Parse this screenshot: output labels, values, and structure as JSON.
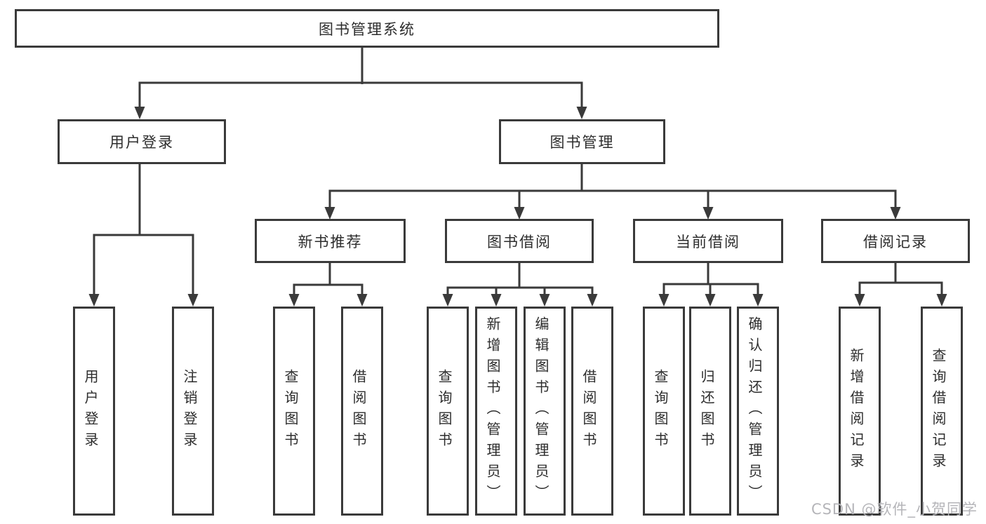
{
  "diagram": {
    "type": "functional-structure-tree",
    "root": {
      "label": "图书管理系统"
    },
    "level2": [
      {
        "id": "user-login",
        "label": "用户登录",
        "parent": "root"
      },
      {
        "id": "book-management",
        "label": "图书管理",
        "parent": "root"
      }
    ],
    "level3": [
      {
        "id": "new-book-recommend",
        "label": "新书推荐",
        "parent": "book-management"
      },
      {
        "id": "book-borrowing",
        "label": "图书借阅",
        "parent": "book-management"
      },
      {
        "id": "current-borrowing",
        "label": "当前借阅",
        "parent": "book-management"
      },
      {
        "id": "borrowing-records",
        "label": "借阅记录",
        "parent": "book-management"
      }
    ],
    "leaves": [
      {
        "id": "user-login-leaf",
        "label": "用户登录",
        "parent": "user-login"
      },
      {
        "id": "logout-leaf",
        "label": "注销登录",
        "parent": "user-login"
      },
      {
        "id": "query-books-recommend",
        "label": "查询图书",
        "parent": "new-book-recommend"
      },
      {
        "id": "borrow-books-recommend",
        "label": "借阅图书",
        "parent": "new-book-recommend"
      },
      {
        "id": "query-books-borrowing",
        "label": "查询图书",
        "parent": "book-borrowing"
      },
      {
        "id": "add-books-admin",
        "label": "新增图书（管理员）",
        "parent": "book-borrowing"
      },
      {
        "id": "edit-books-admin",
        "label": "编辑图书（管理员）",
        "parent": "book-borrowing"
      },
      {
        "id": "borrow-books-borrowing",
        "label": "借阅图书",
        "parent": "book-borrowing"
      },
      {
        "id": "query-books-current",
        "label": "查询图书",
        "parent": "current-borrowing"
      },
      {
        "id": "return-books",
        "label": "归还图书",
        "parent": "current-borrowing"
      },
      {
        "id": "confirm-return-admin",
        "label": "确认归还（管理员）",
        "parent": "current-borrowing"
      },
      {
        "id": "add-borrow-record",
        "label": "新增借阅记录",
        "parent": "borrowing-records"
      },
      {
        "id": "query-borrow-record",
        "label": "查询借阅记录",
        "parent": "borrowing-records"
      }
    ]
  },
  "watermark": {
    "text": "CSDN @软件_小贺同学",
    "color": "#b5b5b9"
  },
  "colors": {
    "line": "#3a3a3a",
    "box_border": "#3a3a3a",
    "text": "#2d2d2d",
    "background": "#ffffff"
  }
}
